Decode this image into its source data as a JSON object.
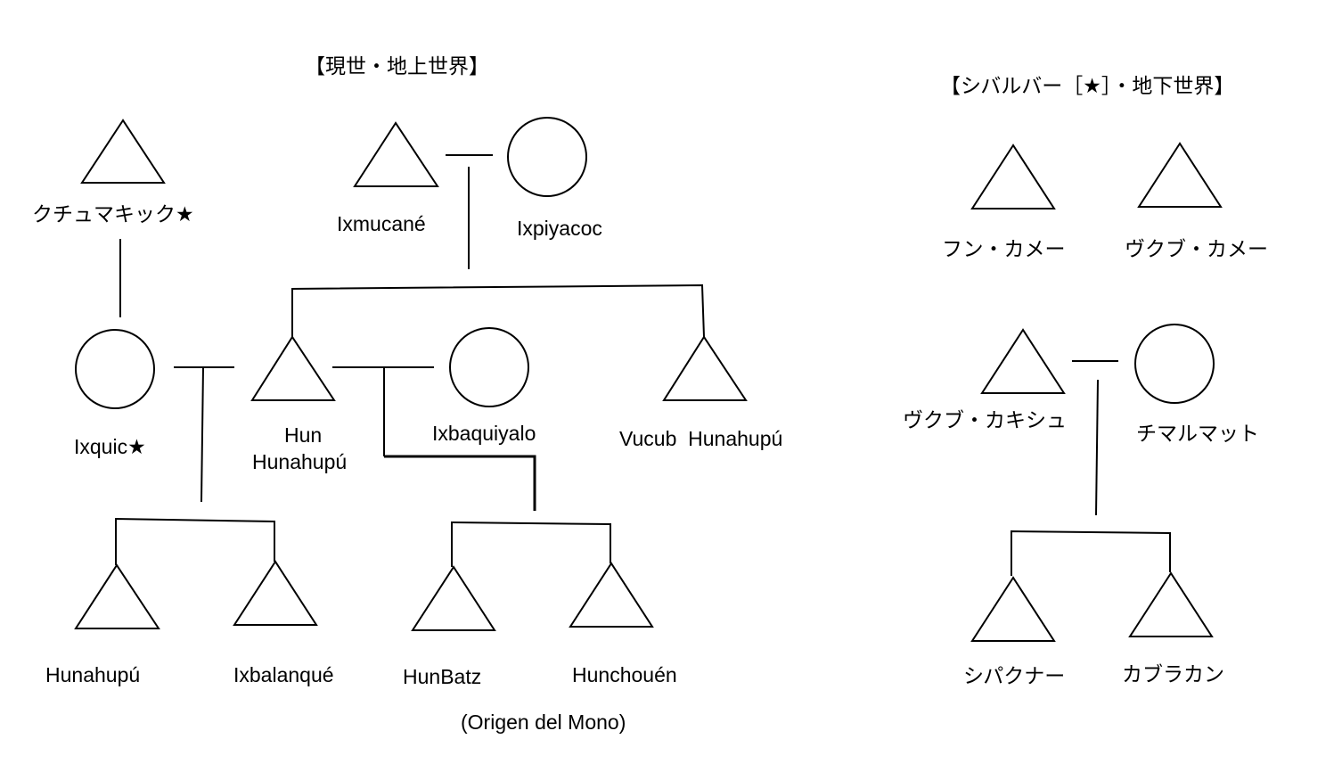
{
  "headings": {
    "upper_world": "【現世・地上世界】",
    "underworld": "【シバルバー［★］・地下世界】"
  },
  "people": {
    "kuchumakik": "クチュマキック★",
    "ixmucane": "Ixmucané",
    "ixpiyacoc": "Ixpiyacoc",
    "ixquic": "Ixquic★",
    "hun_hunahpu_line1": "Hun",
    "hun_hunahpu_line2": "Hunahupú",
    "ixbaquiyalo": "Ixbaquiyalo",
    "vucub_hunahpu": "Vucub  Hunahupú",
    "hunahpu": "Hunahupú",
    "ixbalanque": "Ixbalanqué",
    "hunbatz": "HunBatz",
    "hunchouen": "Hunchouén",
    "origen_note": "(Origen del Mono)",
    "hun_came": "フン・カメー",
    "vucub_came": "ヴクブ・カメー",
    "vucub_caquix": "ヴクブ・カキシュ",
    "chimalmat": "チマルマット",
    "zipacna": "シパクナー",
    "cabracan": "カブラカン"
  }
}
